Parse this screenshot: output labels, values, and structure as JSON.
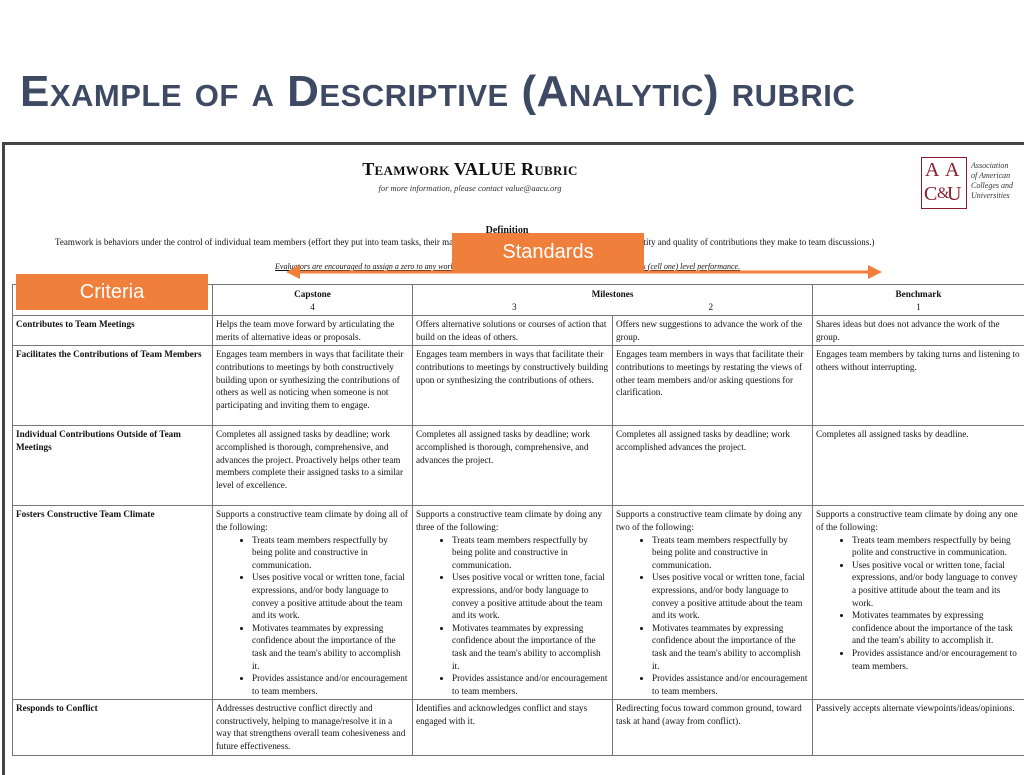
{
  "slide": {
    "title": "Example of a Descriptive (Analytic) rubric"
  },
  "document": {
    "title": "Teamwork VALUE Rubric",
    "subtitle": "for more information, please contact value@aacu.org",
    "logo": {
      "letters": [
        "A",
        "A",
        "C",
        "&",
        "U"
      ],
      "text_lines": [
        "Association",
        "of American",
        "Colleges and",
        "Universities"
      ]
    },
    "definition_heading": "Definition",
    "definition_text": "Teamwork is behaviors under the control of individual team members (effort they put into team tasks, their manner of interacting with others on team, and the quantity and quality of contributions they make to team discussions.)",
    "evaluators_text": "Evaluators are encouraged to assign a zero to any work sample or collection of work that does not meet benchmark (cell one) level performance."
  },
  "callouts": {
    "criteria": "Criteria",
    "standards": "Standards"
  },
  "colors": {
    "title": "#3e4a63",
    "callout": "#f07f3c",
    "logo": "#8a1c2b"
  },
  "rubric": {
    "levels": [
      {
        "name": "Capstone",
        "nums": [
          "4"
        ]
      },
      {
        "name": "Milestones",
        "nums": [
          "3",
          "2"
        ]
      },
      {
        "name": "Benchmark",
        "nums": [
          "1"
        ]
      }
    ],
    "rows": [
      {
        "criterion": "Contributes to Team Meetings",
        "cells": [
          "Helps the team move forward by articulating the merits of alternative ideas or proposals.",
          "Offers alternative solutions or courses of action that build on the ideas of others.",
          "Offers new suggestions to advance the work of the group.",
          "Shares ideas but does not advance the work of the group."
        ]
      },
      {
        "criterion": "Facilitates the Contributions of Team Members",
        "cells": [
          "Engages team members in ways that facilitate their contributions to meetings by both constructively building upon or synthesizing the contributions of others as well as noticing when someone is not participating and inviting them to engage.",
          "Engages team members in ways that facilitate their contributions to meetings by constructively building upon or synthesizing the contributions of others.",
          "Engages team members in ways that facilitate their contributions to meetings by restating the views of other team members and/or asking questions for clarification.",
          "Engages team members by taking turns and listening to others without interrupting."
        ]
      },
      {
        "criterion": "Individual Contributions Outside of Team Meetings",
        "cells": [
          "Completes all assigned tasks by deadline; work accomplished is thorough, comprehensive, and advances the project. Proactively helps other team members complete their assigned tasks to a similar level of excellence.",
          "Completes all assigned tasks by deadline; work accomplished is thorough, comprehensive, and advances the project.",
          "Completes all assigned tasks by deadline; work accomplished advances the project.",
          "Completes all assigned tasks by deadline."
        ]
      },
      {
        "criterion": "Fosters Constructive Team Climate",
        "intros": [
          "Supports a constructive team climate by doing all of the following:",
          "Supports a constructive team climate by doing any three of the following:",
          "Supports a constructive team climate by doing any two of the following:",
          "Supports a constructive team climate by doing any one of the following:"
        ],
        "bullets": [
          "Treats team members respectfully by being polite and constructive in communication.",
          "Uses positive vocal or written tone, facial expressions, and/or body language to convey a positive attitude about the team and its work.",
          "Motivates teammates by expressing confidence about the importance of the task and the team's ability to accomplish it.",
          "Provides assistance and/or encouragement to team members."
        ]
      },
      {
        "criterion": "Responds to Conflict",
        "cells": [
          "Addresses destructive conflict directly and constructively, helping to manage/resolve it in a way that strengthens overall team cohesiveness and future effectiveness.",
          "Identifies and acknowledges conflict and stays engaged with it.",
          "Redirecting focus toward common ground, toward task at hand (away from conflict).",
          "Passively accepts alternate viewpoints/ideas/opinions."
        ]
      }
    ]
  }
}
